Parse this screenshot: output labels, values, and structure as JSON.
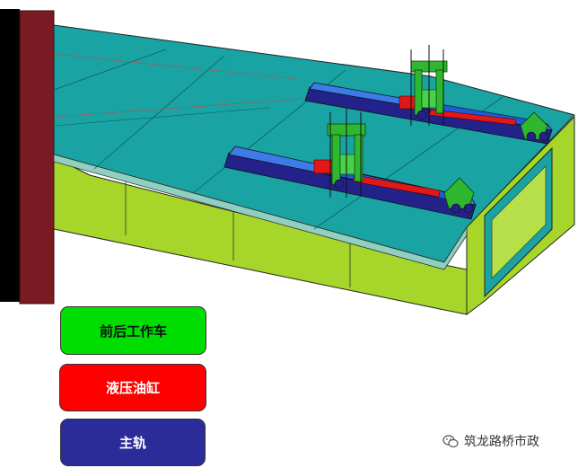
{
  "legend": {
    "items": [
      {
        "label": "前后工作车",
        "color": "#00dd00",
        "text_color": "#111111"
      },
      {
        "label": "液压油缸",
        "color": "#ff0000",
        "text_color": "#ffffff"
      },
      {
        "label": "主轨",
        "color": "#2b2b9a",
        "text_color": "#ffffff"
      }
    ]
  },
  "watermark": {
    "text": "筑龙路桥市政",
    "icon": "wechat-icon"
  },
  "colors": {
    "deck_top": "#1aa3a3",
    "girder_side": "#a6d62a",
    "pier": "#7a1a22",
    "rail_blue": "#1e5bd6",
    "rail_dark": "#22228a",
    "cart_green": "#2fb82f",
    "cylinder_red": "#e01818"
  }
}
